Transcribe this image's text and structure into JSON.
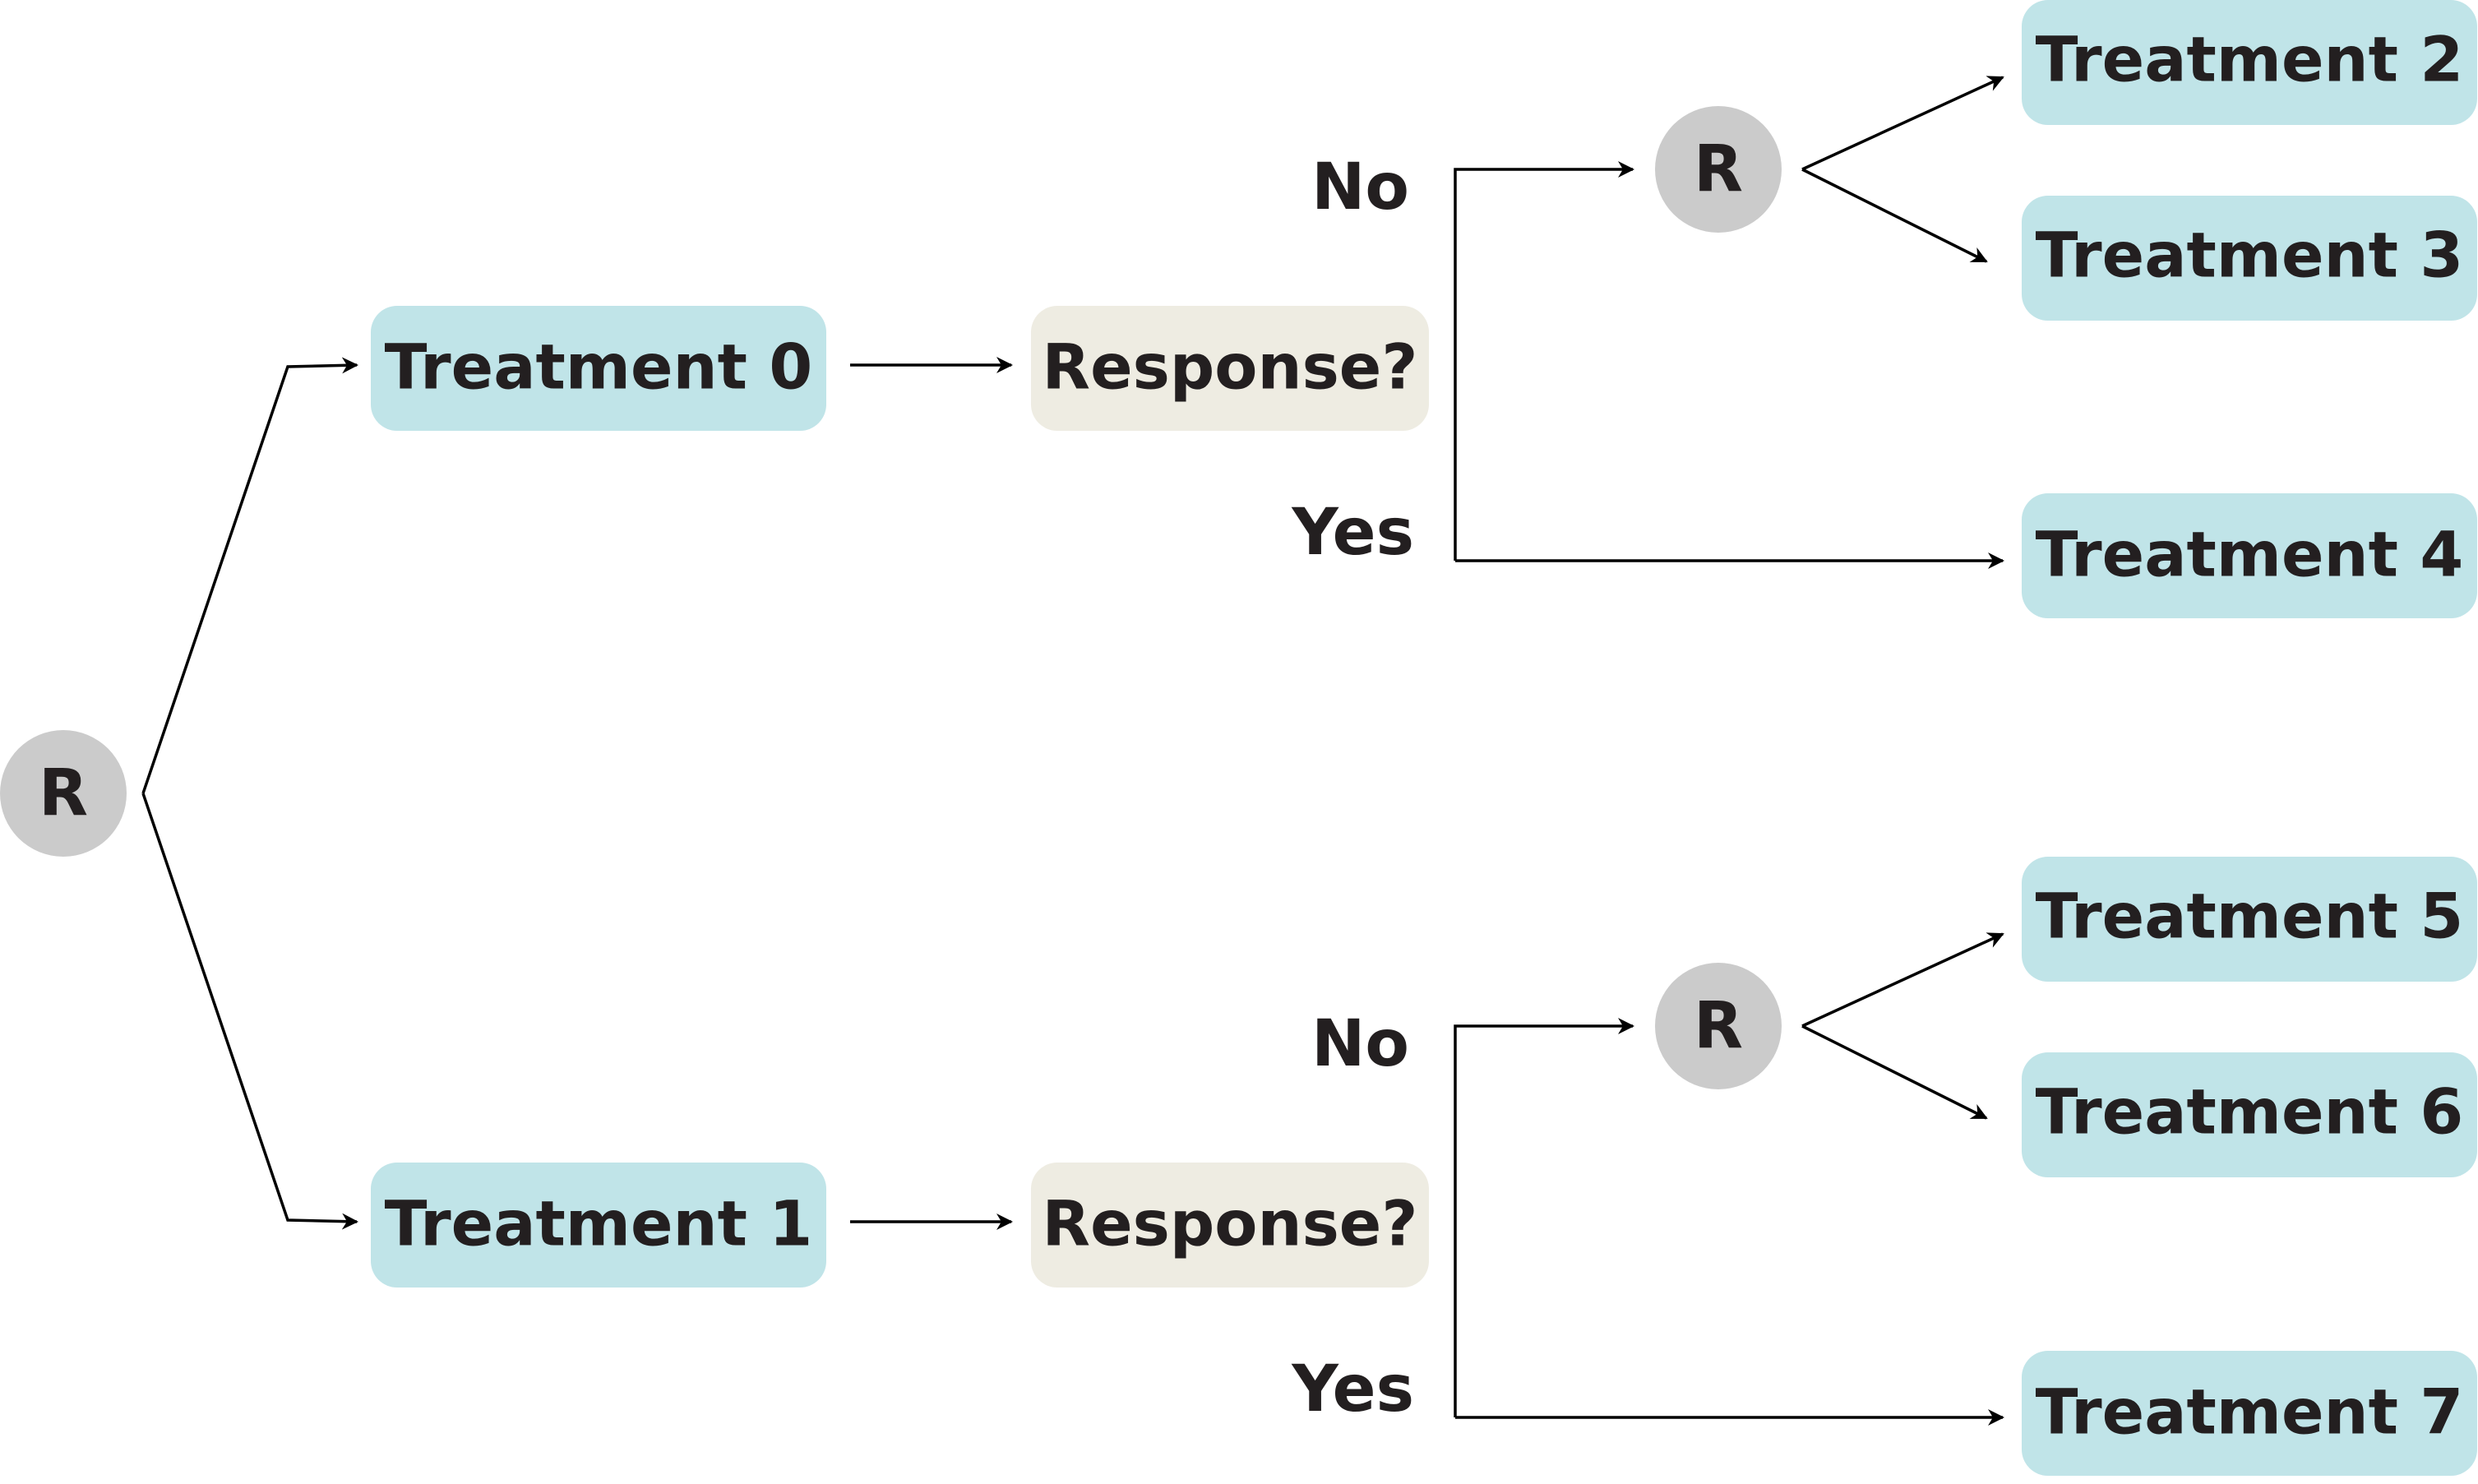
{
  "colors": {
    "treatment_fill": "#c0e4e8",
    "response_fill": "#eeece2",
    "r_fill": "#cbcbcb",
    "text": "#231f20",
    "edge": "#000000"
  },
  "nodes": {
    "r_root": "R",
    "treatment_0": "Treatment 0",
    "treatment_1": "Treatment 1",
    "response_top": "Response?",
    "response_bottom": "Response?",
    "r_top": "R",
    "r_bottom": "R",
    "treatment_2": "Treatment 2",
    "treatment_3": "Treatment 3",
    "treatment_4": "Treatment 4",
    "treatment_5": "Treatment 5",
    "treatment_6": "Treatment 6",
    "treatment_7": "Treatment 7"
  },
  "branch_labels": {
    "top_no": "No",
    "top_yes": "Yes",
    "bottom_no": "No",
    "bottom_yes": "Yes"
  }
}
